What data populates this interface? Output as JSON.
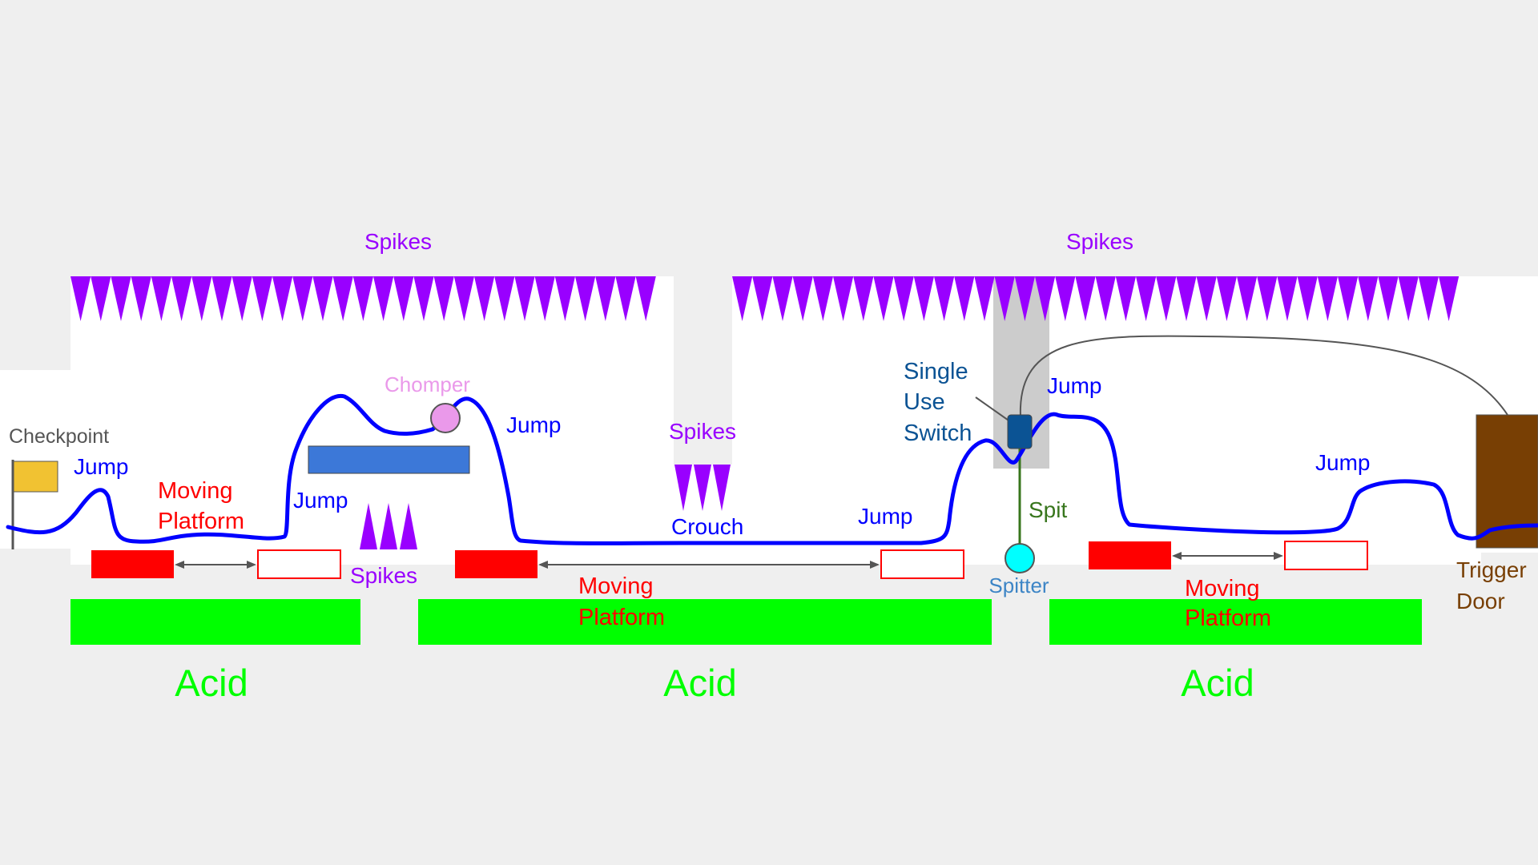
{
  "labels": {
    "spikes_ceiling_left": "Spikes",
    "spikes_ceiling_right": "Spikes",
    "checkpoint": "Checkpoint",
    "jump_1": "Jump",
    "moving_platform_1a": "Moving",
    "moving_platform_1b": "Platform",
    "jump_2": "Jump",
    "spikes_floor": "Spikes",
    "chomper": "Chomper",
    "jump_3": "Jump",
    "spikes_hanging": "Spikes",
    "crouch": "Crouch",
    "jump_4": "Jump",
    "moving_platform_2a": "Moving",
    "moving_platform_2b": "Platform",
    "switch_line1": "Single",
    "switch_line2": "Use",
    "switch_line3": "Switch",
    "jump_5": "Jump",
    "spit": "Spit",
    "spitter": "Spitter",
    "jump_6": "Jump",
    "moving_platform_3a": "Moving",
    "moving_platform_3b": "Platform",
    "trigger_door_a": "Trigger",
    "trigger_door_b": "Door",
    "acid_1": "Acid",
    "acid_2": "Acid",
    "acid_3": "Acid"
  },
  "colors": {
    "background": "#efefef",
    "room": "#ffffff",
    "spikes": "#9900ff",
    "path": "#0000ff",
    "moving_platform": "#ff0000",
    "acid": "#00ff00",
    "checkpoint_flag": "#f1c232",
    "chomper": "#ea99ea",
    "static_platform": "#3c78d8",
    "switch": "#0b5394",
    "spitter": "#00ffff",
    "spit": "#38761d",
    "trigger_door": "#783f04",
    "switch_shaft": "#cccccc"
  },
  "icons": {
    "checkpoint": "flag-icon",
    "chomper": "circle-enemy-icon",
    "spitter": "circle-enemy-icon",
    "switch": "switch-icon"
  }
}
